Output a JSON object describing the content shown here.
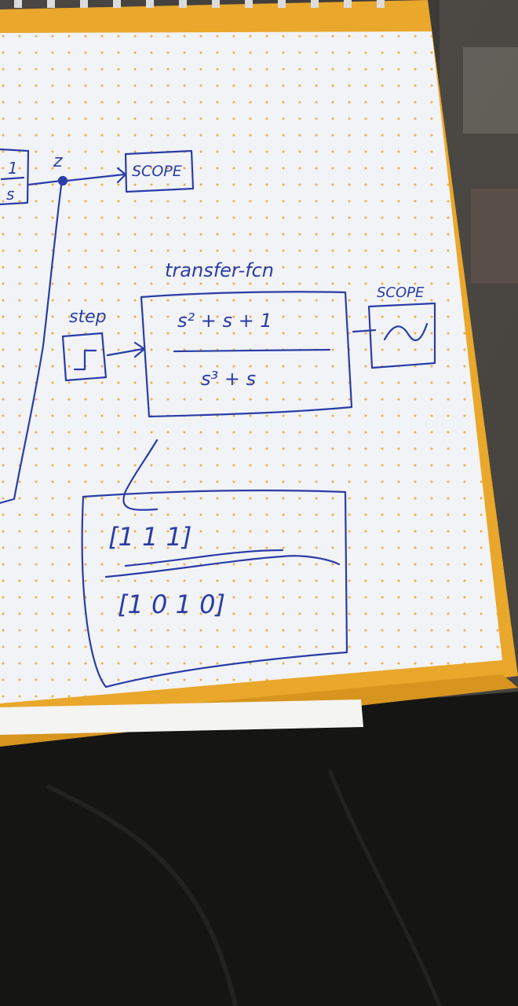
{
  "photo": {
    "subject": "Hand-drawn block diagram on dotted notebook paper",
    "ink_color": "#2a3da8",
    "paper_color": "#f2f3f6",
    "dot_color": "#e8b04a",
    "cover_color": "#e9a72b",
    "background_color": "#1c1b1a"
  },
  "diagram": {
    "top_left_fraction": {
      "numerator": "1",
      "denominator": "s"
    },
    "top_signal_label": "z",
    "top_scope_label": "SCOPE",
    "transfer_fcn_label": "transfer-fcn",
    "step_label": "step",
    "tf_numerator": "s² + s + 1",
    "tf_denominator": "s³ + s",
    "right_scope_label": "SCOPE",
    "vector_numerator": "[1 1 1]",
    "vector_denominator": "[1 0 1 0]"
  }
}
